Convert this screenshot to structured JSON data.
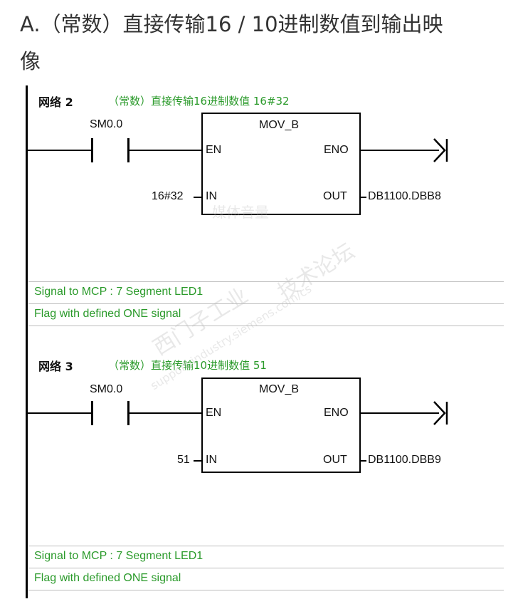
{
  "heading": {
    "line1": "A.（常数）直接传输16 / 10进制数值到输出映",
    "line2": "像"
  },
  "networks": [
    {
      "number": "网络 2",
      "comment": "（常数）直接传输16进制数值  16#32",
      "contact": "SM0.0",
      "block": "MOV_B",
      "en": "EN",
      "eno": "ENO",
      "in_label": "IN",
      "out_label": "OUT",
      "in_value": "16#32",
      "out_value": "DB1100.DBB8",
      "comments": [
        "Signal to MCP : 7 Segment LED1",
        "Flag with defined ONE signal"
      ]
    },
    {
      "number": "网络 3",
      "comment": "（常数）直接传输10进制数值  51",
      "contact": "SM0.0",
      "block": "MOV_B",
      "en": "EN",
      "eno": "ENO",
      "in_label": "IN",
      "out_label": "OUT",
      "in_value": "51",
      "out_value": "DB1100.DBB9",
      "comments": [
        "Signal to MCP : 7 Segment LED1",
        "Flag with defined ONE signal"
      ]
    }
  ],
  "watermark": {
    "line1": "媒体音量",
    "line2": "西门子工业",
    "line3": "技术论坛",
    "line4": "support.industry.siemens.com/cs"
  }
}
